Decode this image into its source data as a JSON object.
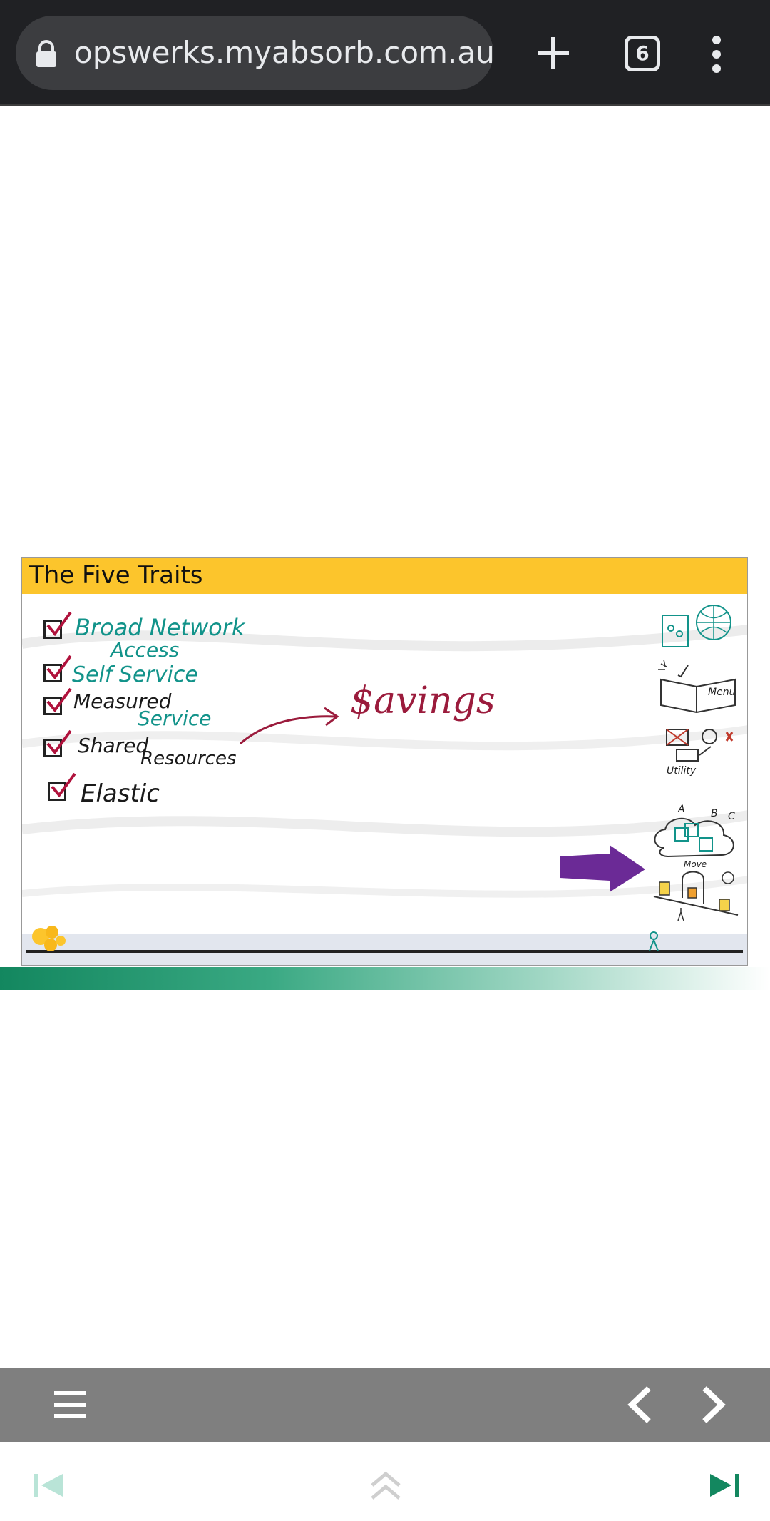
{
  "browser": {
    "url": "opswerks.myabsorb.com.au",
    "tab_count": "6",
    "icons": {
      "lock": "lock-icon",
      "new_tab": "plus-icon",
      "menu": "kebab-icon"
    }
  },
  "slide": {
    "title": "The Five Traits",
    "traits": [
      {
        "line1": "Broad Network",
        "line2": "Access"
      },
      {
        "line1": "Self Service"
      },
      {
        "line1": "Measured",
        "line2": "Service"
      },
      {
        "line1": "Shared",
        "line2": "Resources"
      },
      {
        "line1": "Elastic"
      }
    ],
    "annotation": "$avings",
    "sketch_labels": {
      "menu": "Menu",
      "utility": "Utility",
      "a": "A",
      "b": "B",
      "c": "C",
      "move": "Move"
    },
    "colors": {
      "header": "#fcc52c",
      "teal": "#12938a",
      "savings": "#9b1b3c",
      "arrow": "#6b2a96"
    }
  },
  "progress": {
    "accent": "#13875f"
  },
  "player": {
    "icons": {
      "menu": "hamburger-icon",
      "prev": "chevron-left-icon",
      "next": "chevron-right-icon"
    }
  },
  "bottom_nav": {
    "icons": {
      "first": "skip-first-icon",
      "up": "double-chevron-up-icon",
      "last": "skip-last-icon"
    }
  }
}
